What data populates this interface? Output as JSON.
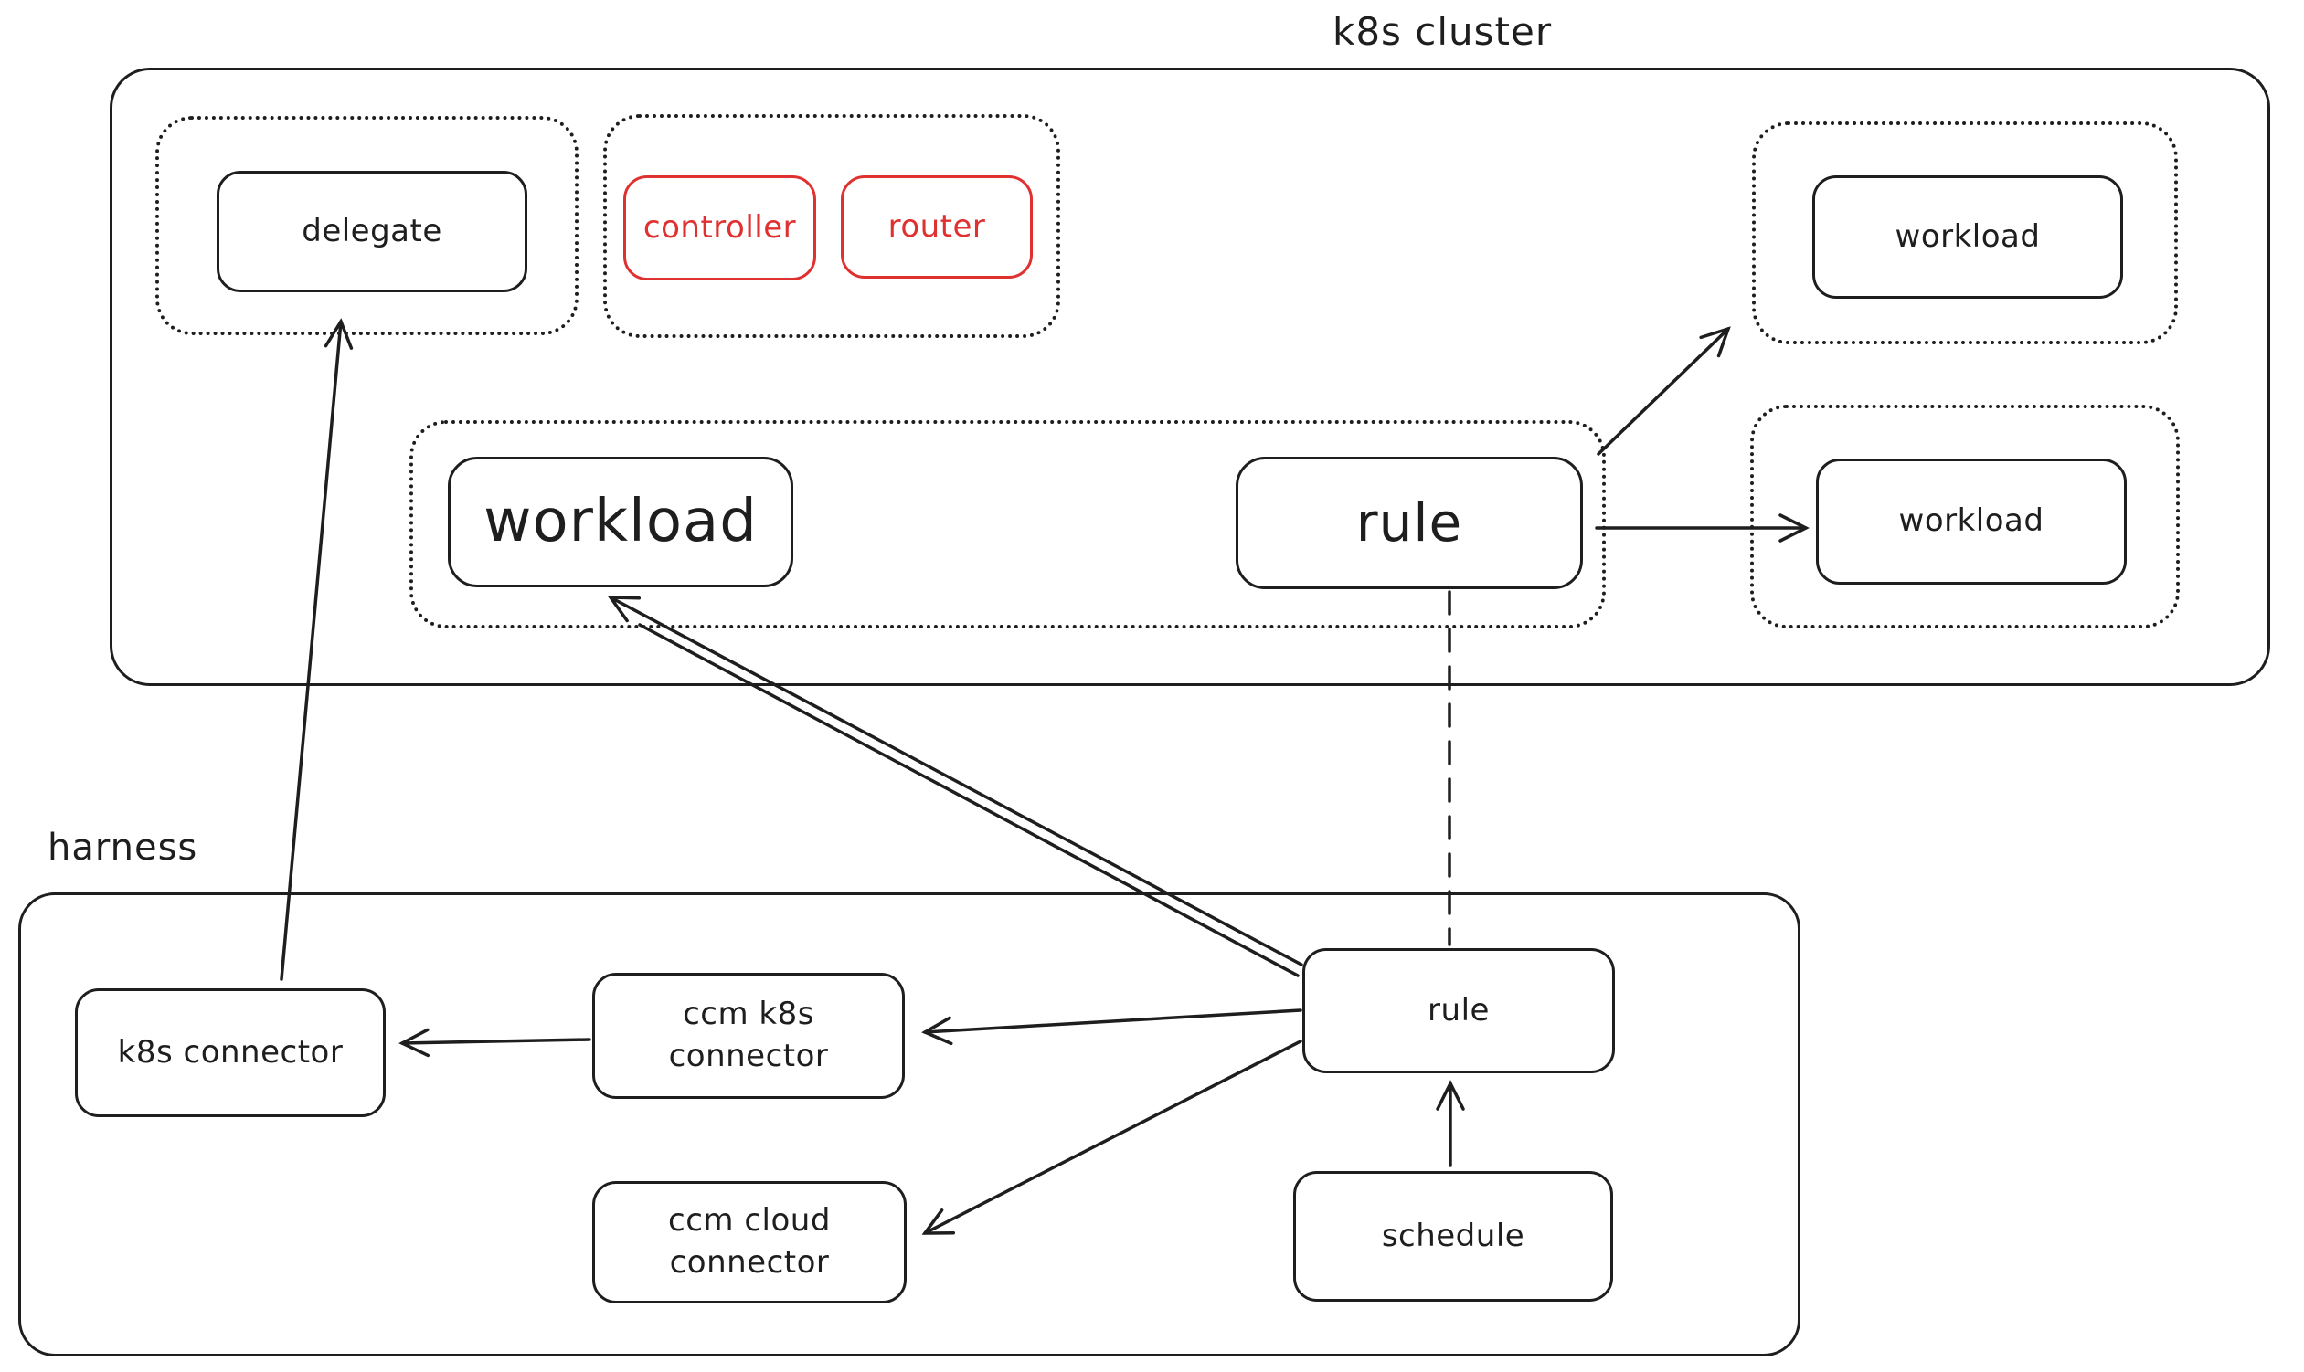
{
  "diagram": {
    "containers": {
      "k8s_cluster": {
        "label": "k8s cluster"
      },
      "harness": {
        "label": "harness"
      }
    },
    "nodes": {
      "delegate": "delegate",
      "controller": "controller",
      "router": "router",
      "workload_top_right": "workload",
      "workload_main": "workload",
      "rule_cluster": "rule",
      "workload_right": "workload",
      "k8s_connector": "k8s connector",
      "ccm_k8s_connector": "ccm k8s connector",
      "ccm_cloud_connector": "ccm cloud connector",
      "rule_harness": "rule",
      "schedule": "schedule"
    },
    "edges": [
      {
        "from": "k8s_connector",
        "to": "delegate",
        "style": "solid-arrow"
      },
      {
        "from": "rule_harness",
        "to": "workload_main",
        "style": "double-line-arrow"
      },
      {
        "from": "rule_cluster",
        "to": "workload_top_right",
        "style": "solid-arrow"
      },
      {
        "from": "rule_cluster",
        "to": "workload_right",
        "style": "solid-arrow"
      },
      {
        "from": "rule_cluster",
        "to": "rule_harness",
        "style": "dashed-line"
      },
      {
        "from": "schedule",
        "to": "rule_harness",
        "style": "solid-arrow"
      },
      {
        "from": "rule_harness",
        "to": "ccm_k8s_connector",
        "style": "solid-arrow"
      },
      {
        "from": "ccm_k8s_connector",
        "to": "k8s_connector",
        "style": "solid-arrow"
      },
      {
        "from": "rule_harness",
        "to": "ccm_cloud_connector",
        "style": "solid-arrow"
      }
    ],
    "colors": {
      "stroke": "#1e1e1e",
      "accent_red": "#e03131",
      "background": "#ffffff"
    }
  }
}
